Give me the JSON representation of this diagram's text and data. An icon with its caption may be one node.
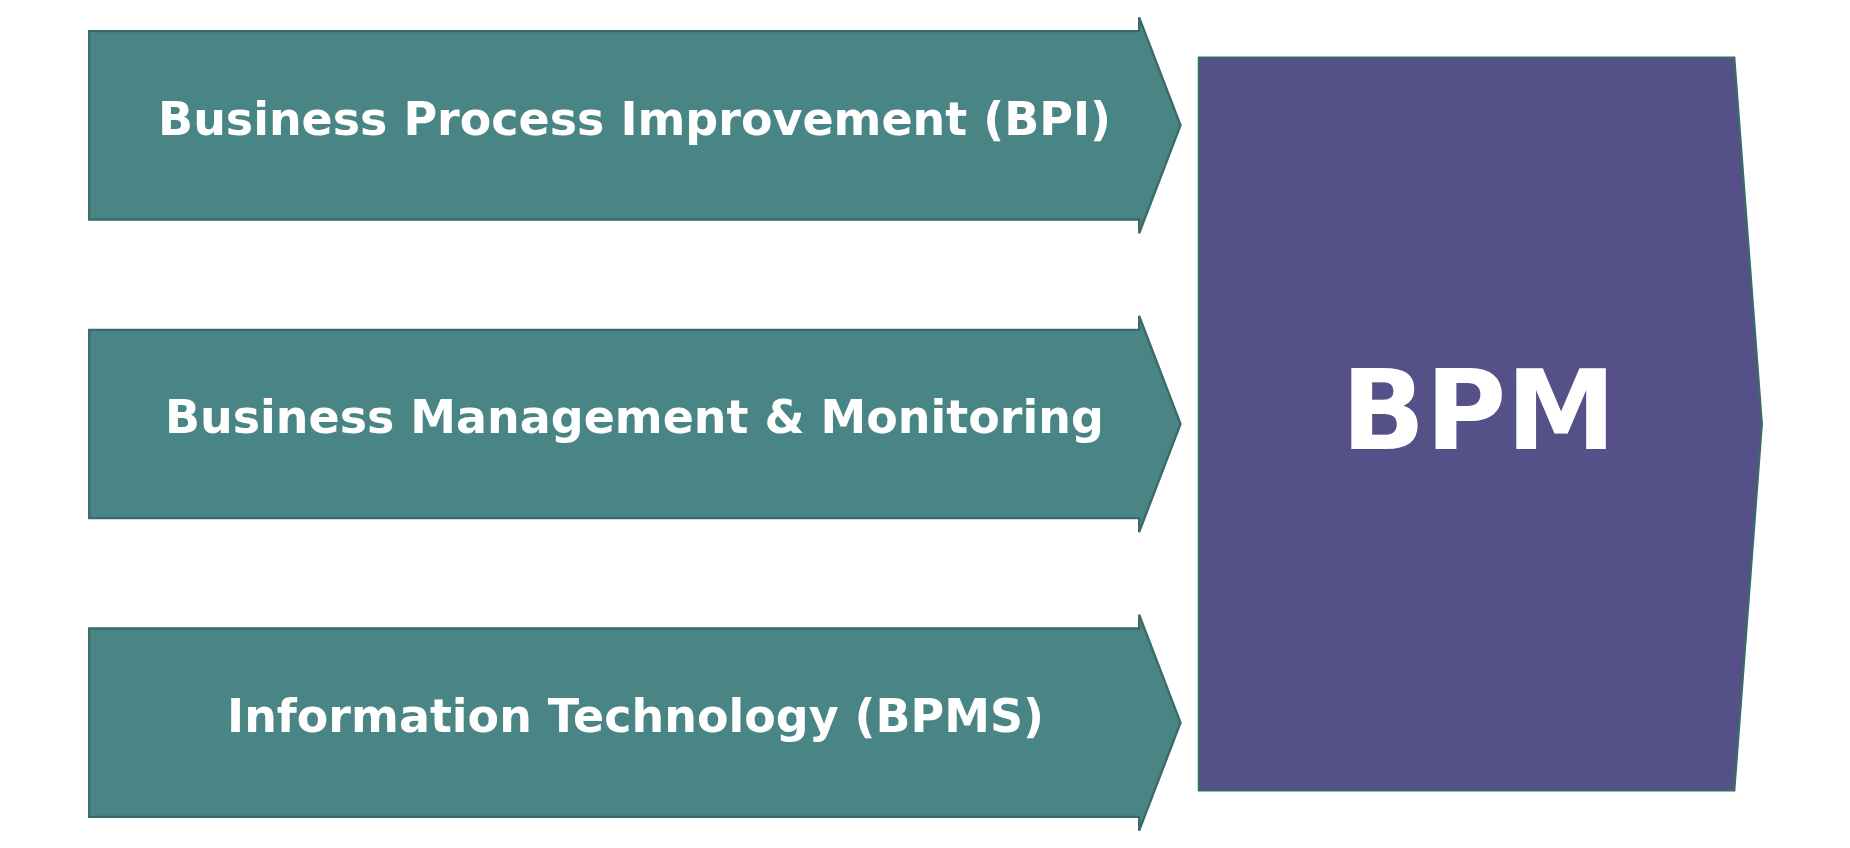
{
  "diagram": {
    "nodes": [
      {
        "text": [
          "Business Process Improvement (BPI)"
        ]
      },
      {
        "text": [
          "Business Management & Monitoring"
        ]
      },
      {
        "text": [
          "Information Technology (BPMS)"
        ]
      },
      {
        "text": [
          "BPM"
        ]
      }
    ]
  }
}
